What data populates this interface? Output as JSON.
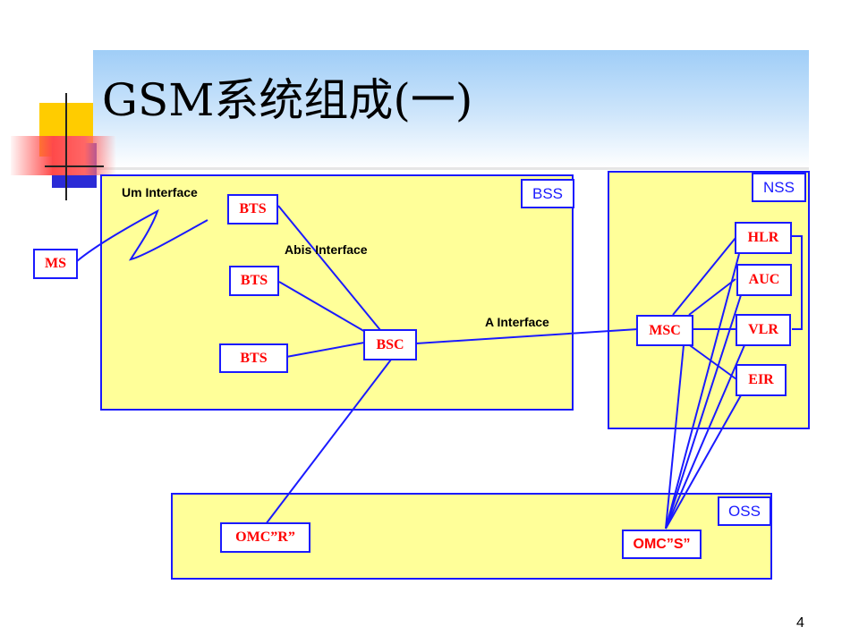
{
  "slide": {
    "title": "GSM系统组成(一)",
    "page_number": "4"
  },
  "regions": {
    "bss": "BSS",
    "nss": "NSS",
    "oss": "OSS"
  },
  "interfaces": {
    "um": "Um Interface",
    "abis": "Abis Interface",
    "a": "A Interface"
  },
  "nodes": {
    "ms": "MS",
    "bts1": "BTS",
    "bts2": "BTS",
    "bts3": "BTS",
    "bsc": "BSC",
    "msc": "MSC",
    "hlr": "HLR",
    "auc": "AUC",
    "vlr": "VLR",
    "eir": "EIR",
    "omc_r": "OMC”R”",
    "omc_s": "OMC”S”"
  },
  "colors": {
    "line": "#1a1aff",
    "region_fill": "#ffff99",
    "node_text": "#ff0000"
  }
}
